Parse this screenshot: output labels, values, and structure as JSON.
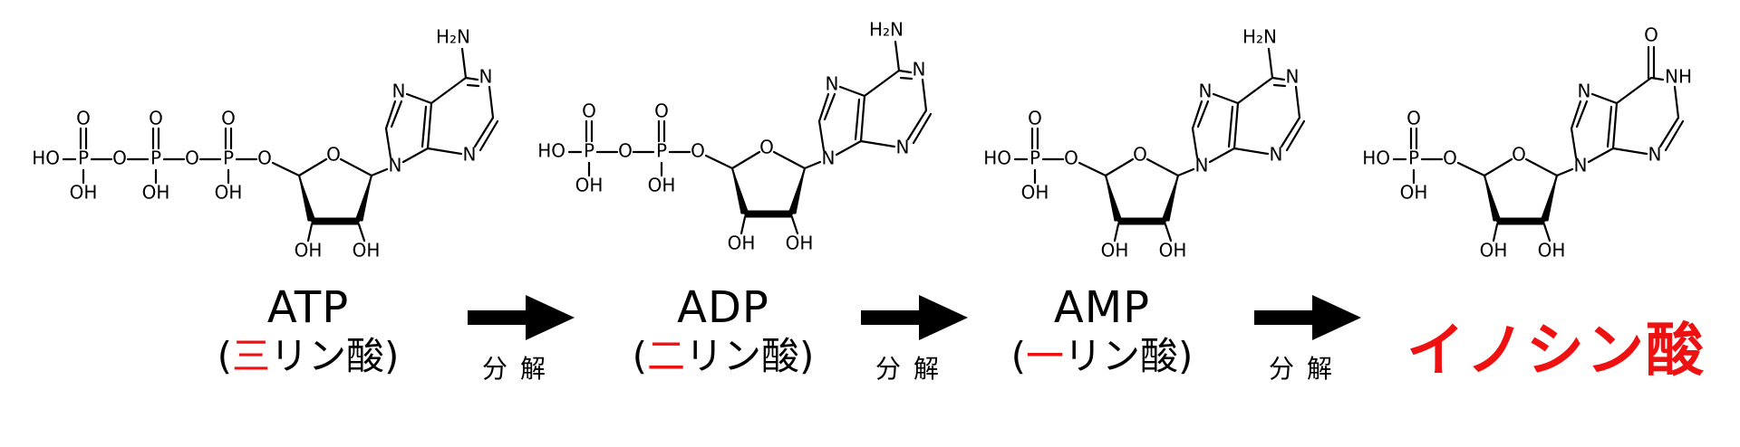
{
  "molecules": [
    {
      "id": "atp",
      "name": "ATP",
      "phosphate_count": 3,
      "sub_open": "(",
      "sub_highlight": "三",
      "sub_rest": "リン酸",
      "sub_close": ")",
      "base": "adenine"
    },
    {
      "id": "adp",
      "name": "ADP",
      "phosphate_count": 2,
      "sub_open": "(",
      "sub_highlight": "二",
      "sub_rest": "リン酸",
      "sub_close": ")",
      "base": "adenine"
    },
    {
      "id": "amp",
      "name": "AMP",
      "phosphate_count": 1,
      "sub_open": "(",
      "sub_highlight": "一",
      "sub_rest": "リン酸",
      "sub_close": ")",
      "base": "adenine"
    },
    {
      "id": "imp",
      "name": "イノシン酸",
      "phosphate_count": 1,
      "base": "hypoxanthine"
    }
  ],
  "arrow_label": "分解",
  "atom_labels": {
    "hydroxyl": "HO",
    "oh": "OH",
    "phosphorus": "P",
    "oxygen": "O",
    "nitrogen": "N",
    "amine": "H₂N",
    "imine_h": "NH"
  },
  "colors": {
    "highlight": "#ee1111",
    "ink": "#000000"
  }
}
